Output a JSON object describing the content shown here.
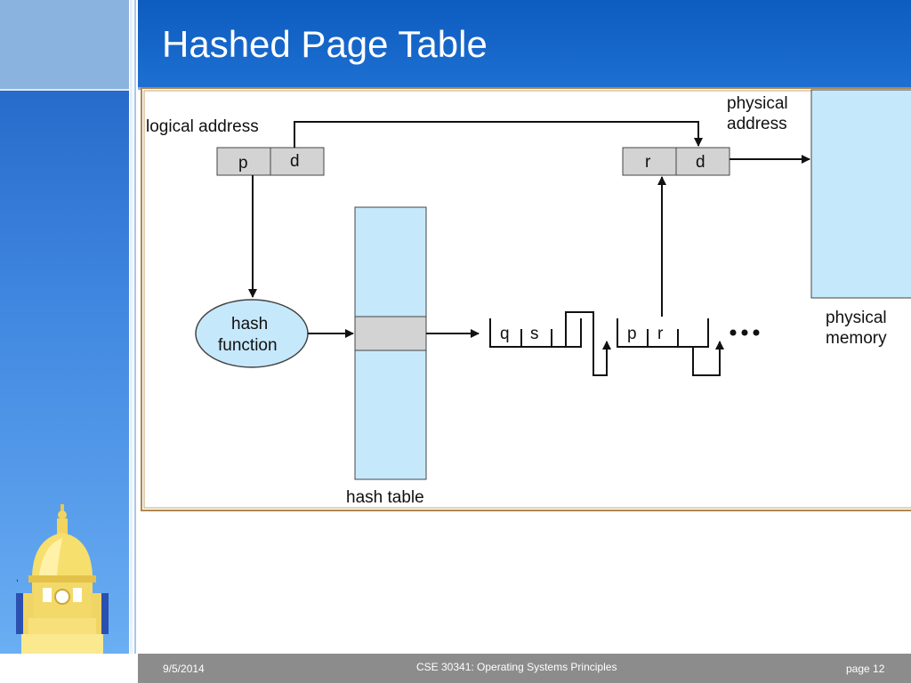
{
  "slide": {
    "title": "Hashed Page Table"
  },
  "diagram": {
    "logical_address_label": "logical address",
    "logical_p": "p",
    "logical_d": "d",
    "physical_address_label_line1": "physical",
    "physical_address_label_line2": "address",
    "physical_r": "r",
    "physical_d": "d",
    "hash_function_line1": "hash",
    "hash_function_line2": "function",
    "hash_table_label": "hash table",
    "chain_node1_left": "q",
    "chain_node1_right": "s",
    "chain_node2_left": "p",
    "chain_node2_right": "r",
    "physical_memory_line1": "physical",
    "physical_memory_line2": "memory",
    "colors": {
      "table_fill": "#c6e8fb",
      "cell_fill": "#d3d3d3",
      "frame_border": "#b08850"
    }
  },
  "footer": {
    "date": "9/5/2014",
    "course": "CSE 30341: Operating Systems Principles",
    "page": "page 12"
  }
}
